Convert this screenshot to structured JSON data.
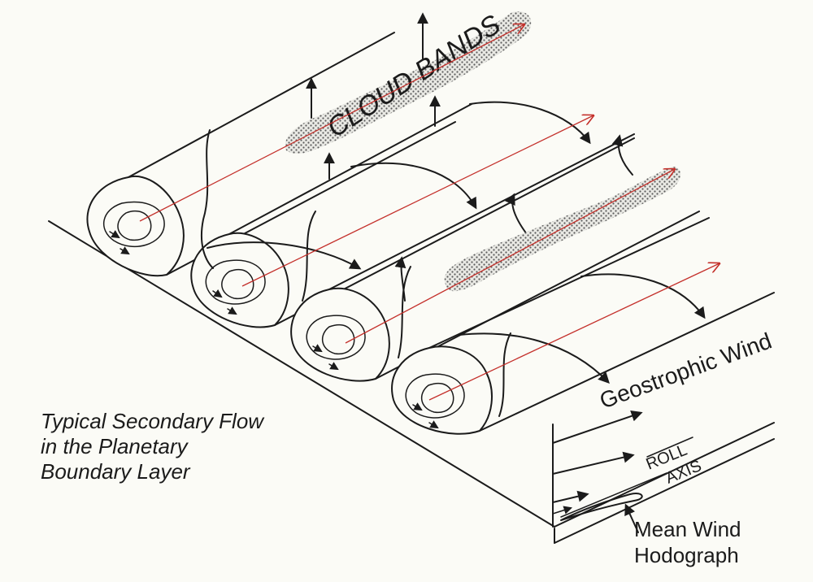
{
  "caption": {
    "line1": "Typical Secondary Flow",
    "line2": "in the Planetary",
    "line3": "Boundary Layer"
  },
  "labels": {
    "cloud_bands": "CLOUD BANDS",
    "geostrophic_wind": "Geostrophic Wind",
    "roll": "ROLL",
    "axis": "AXIS",
    "mean_wind_1": "Mean Wind",
    "mean_wind_2": "Hodograph"
  },
  "colors": {
    "ink": "#1b1b1b",
    "roll_axis": "#c4302b",
    "background": "#fbfbf6",
    "cloud": "#6b6b6b"
  }
}
